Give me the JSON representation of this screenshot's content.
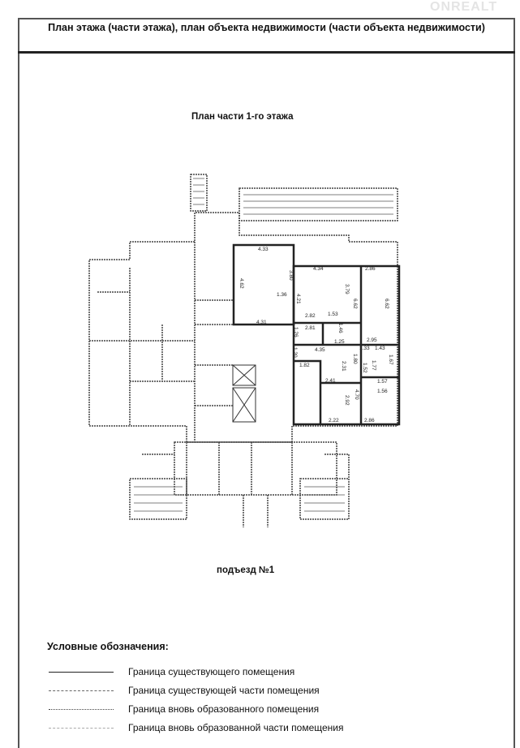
{
  "header": {
    "title": "План этажа (части этажа), план объекта недвижимости (части объекта недвижимости)"
  },
  "watermark": "ONREALT",
  "plan_title": "План части 1-го этажа",
  "entrance_label": "подъезд №1",
  "dimensions": [
    "4.33",
    "3.80",
    "4.62",
    "1.36",
    "4.31",
    "4.34",
    "2.86",
    "3.79",
    "4.21",
    "6.62",
    "6.62",
    "2.82",
    "2.81",
    "1.53",
    "1.46",
    "1.26",
    "1.25",
    "4.35",
    "2.95",
    "1.33",
    "1.43",
    "1.80",
    "1.67",
    "1.20",
    "1.82",
    "2.31",
    "2.41",
    "1.52",
    "1.77",
    "1.57",
    "1.56",
    "2.92",
    "4.70",
    "2.22",
    "2.86"
  ],
  "legend": {
    "title": "Условные обозначения:",
    "items": [
      {
        "style": "solid",
        "label": "Граница существующего помещения"
      },
      {
        "style": "dash-dot",
        "label": "Граница существующей части помещения"
      },
      {
        "style": "dotted",
        "label": "Граница вновь образованного помещения"
      },
      {
        "style": "dash-dot-light",
        "label": "Граница вновь образованной части помещения"
      }
    ]
  }
}
